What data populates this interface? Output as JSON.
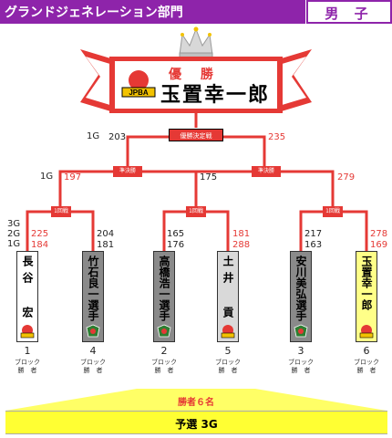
{
  "header": {
    "title": "グランドジェネレーション部門",
    "gender": "男 子"
  },
  "champion": {
    "label": "優 勝",
    "name": "玉置幸一郎",
    "logo_text": "JPBA"
  },
  "final": {
    "game_label": "1G",
    "left_score": "203",
    "right_score": "235",
    "tag": "優勝決定戦"
  },
  "semis": {
    "game_label": "1G",
    "left_score": "197",
    "center_score": "175",
    "right_score": "279",
    "tag": "準決勝"
  },
  "first_round": {
    "tag": "1回戦",
    "game_labels": [
      "3G",
      "2G",
      "1G"
    ],
    "pairs": [
      {
        "left": [
          "225",
          "184"
        ],
        "right": [
          "204",
          "181"
        ]
      },
      {
        "left": [
          "165",
          "176"
        ],
        "right": [
          "181",
          "288"
        ]
      },
      {
        "left": [
          "217",
          "163"
        ],
        "right": [
          "278",
          "169"
        ]
      }
    ]
  },
  "players": [
    {
      "name": "長谷 宏",
      "seed": "1",
      "block": [
        "ブロック",
        "勝　者"
      ],
      "fill": "#ffffff"
    },
    {
      "name": "竹石良一選手",
      "seed": "4",
      "block": [
        "ブロック",
        "勝　者"
      ],
      "fill": "#8a8a8a"
    },
    {
      "name": "高橋浩一選手",
      "seed": "2",
      "block": [
        "ブロック",
        "勝　者"
      ],
      "fill": "#8a8a8a"
    },
    {
      "name": "土井 貢",
      "seed": "5",
      "block": [
        "ブロック",
        "勝　者"
      ],
      "fill": "#d9d9d9"
    },
    {
      "name": "安川美弘選手",
      "seed": "3",
      "block": [
        "ブロック",
        "勝　者"
      ],
      "fill": "#8a8a8a"
    },
    {
      "name": "玉置幸一郎",
      "seed": "6",
      "block": [
        "ブロック",
        "勝　者"
      ],
      "fill": "#ffff88"
    }
  ],
  "footer": {
    "winners_label": "勝者６名",
    "prelim_label": "予選 3G"
  },
  "colors": {
    "header": "#8e24aa",
    "bracket": "#e53935",
    "banner": "#ffff33",
    "ribbon": "#e53935"
  }
}
